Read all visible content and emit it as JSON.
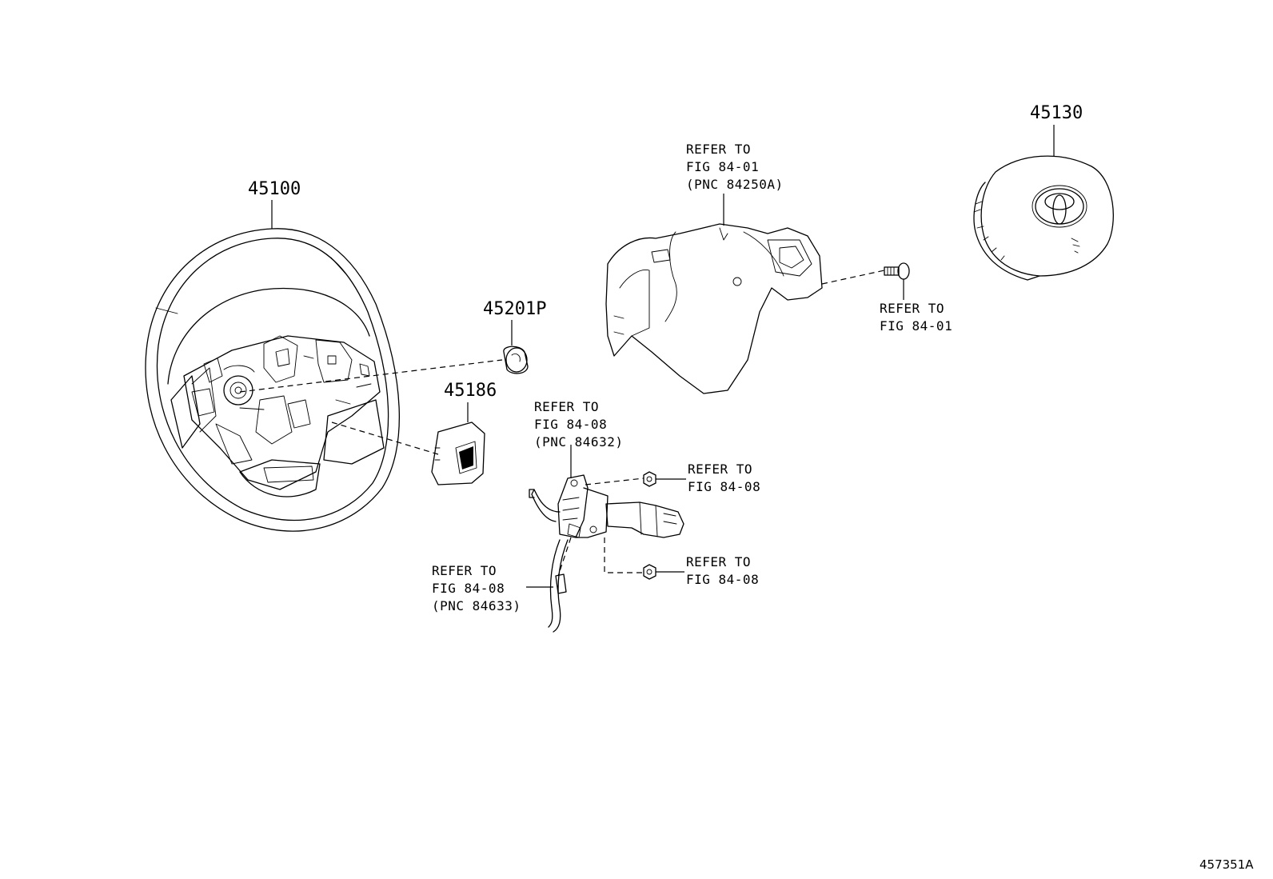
{
  "parts": {
    "steering_wheel": "45100",
    "airbag": "45130",
    "plug": "45201P",
    "switch_bezel": "45186"
  },
  "refs": {
    "spoke_cover": [
      "REFER TO",
      "FIG 84-01",
      "(PNC 84250A)"
    ],
    "screw": [
      "REFER TO",
      "FIG 84-01"
    ],
    "combo_switch": [
      "REFER TO",
      "FIG 84-08",
      "(PNC 84632)"
    ],
    "upper_nut": [
      "REFER TO",
      "FIG 84-08"
    ],
    "lower_nut": [
      "REFER TO",
      "FIG 84-08"
    ],
    "harness": [
      "REFER TO",
      "FIG 84-08",
      "(PNC 84633)"
    ]
  },
  "drawing_number": "457351A"
}
